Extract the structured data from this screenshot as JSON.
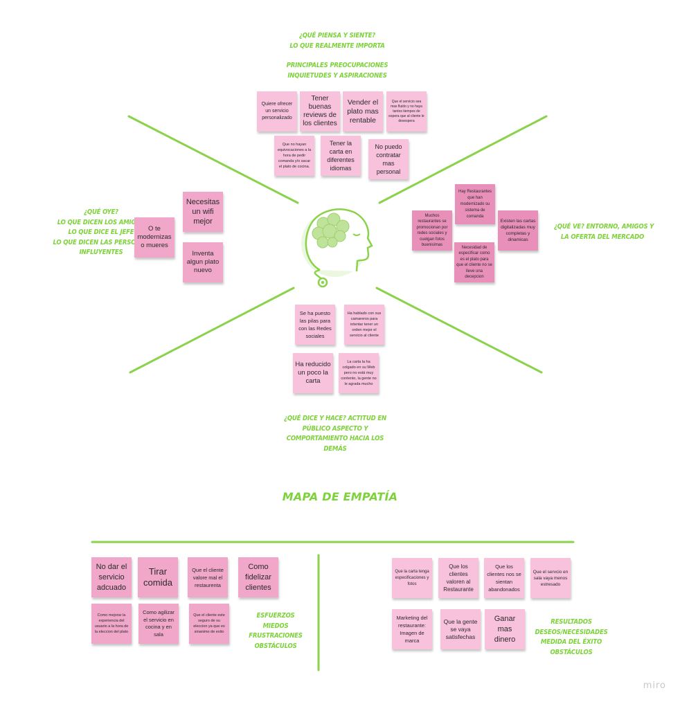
{
  "labels": {
    "thinks": [
      "¿QUÉ PIENSA Y SIENTE?",
      "LO QUE REALMENTE IMPORTA",
      "",
      "PRINCIPALES PREOCUPACIONES",
      "INQUIETUDES Y ASPIRACIONES"
    ],
    "hears": [
      "¿QUÉ OYE?",
      "LO QUE DICEN LOS AMIGOS",
      "LO QUE DICE EL JEFE",
      "LO QUE DICEN LAS PERSONAS",
      "INFLUYENTES"
    ],
    "sees": [
      "¿QUÉ VE? ENTORNO, AMIGOS Y",
      "LA OFERTA DEL MERCADO"
    ],
    "says": [
      "¿QUÉ DICE Y HACE? ACTITUD EN",
      "PÚBLICO ASPECTO Y",
      "COMPORTAMIENTO HACIA LOS",
      "DEMÁS"
    ],
    "pains": [
      "ESFUERZOS",
      "MIEDOS",
      "FRUSTRACIONES",
      "OBSTÁCULOS"
    ],
    "gains": [
      "RESULTADOS",
      "DESEOS/NECESIDADES",
      "MEDIDA DEL ÉXITO",
      "OBSTÁCULOS"
    ]
  },
  "title": "MAPA DE EMPATÍA",
  "watermark": "miro",
  "notes": {
    "thinks": [
      "Quiere ofrecer un servicio personalizado",
      "Tener buenas reviews de los clientes",
      "Vender el plato mas rentable",
      "Que el servicio sea mas fluido y no haya tantos tiempos de espera que al cliente le desespera",
      "Que no hayan equivocaciones a la hora de pedir comanda y/o sacar el plato de cocina.",
      "Tener la carta en diferentes idiomas",
      "No puedo contratar mas personal"
    ],
    "hears": [
      "Necesitas un wifi mejor",
      "O te modernizas o mueres",
      "Inventa algun plato nuevo"
    ],
    "sees": [
      "Hay Restaurantes que han modernizado su sistema de comanda",
      "Muchos restaurantes se promocionan por redes sociales y cuelgan fotos buenisimas",
      "Existen las cartas digitalizadas muy completas y dinamicas",
      "Necesidad de especificar como es el plato para que el cliente no se lleve una decepcion"
    ],
    "says": [
      "Se ha puesto las pilas para con las Redes sociales",
      "Ha hablado con sus camareros para intentar tener un orden mejor el servicio al cliente",
      "Ha reducido un poco la carta",
      "La carta la ha colgado en su Web pero no está muy contento, la gente no le agrada mucho"
    ],
    "pains": [
      "No dar el servicio adcuado",
      "Tirar comida",
      "Que el cliente valore mal el restaurenta",
      "Como fidelizar clientes",
      "Como mejorar la experiencia del usuario a la hora de la eleccion del plato",
      "Como agilizar el servicio en cocina y en sala",
      "Que el cliente este seguro de su eleccion ya que es sinanimo de exito"
    ],
    "gains": [
      "Que la carta tenga especificaciones y fotos",
      "Que los clientes valoren al Restaurante",
      "Que los clientes nos se sientan abandonados",
      "Que el servcio en sala vaya menos estresado",
      "Marketing del restaurante: Imagen de marca",
      "Que la gente se vaya satisfechas",
      "Ganar mas dinero"
    ]
  },
  "colors": {
    "accent_green": "#7dd23a",
    "note_light": "#f8c2dc",
    "note_mid": "#f0a7c9",
    "note_dark": "#e88fba"
  }
}
